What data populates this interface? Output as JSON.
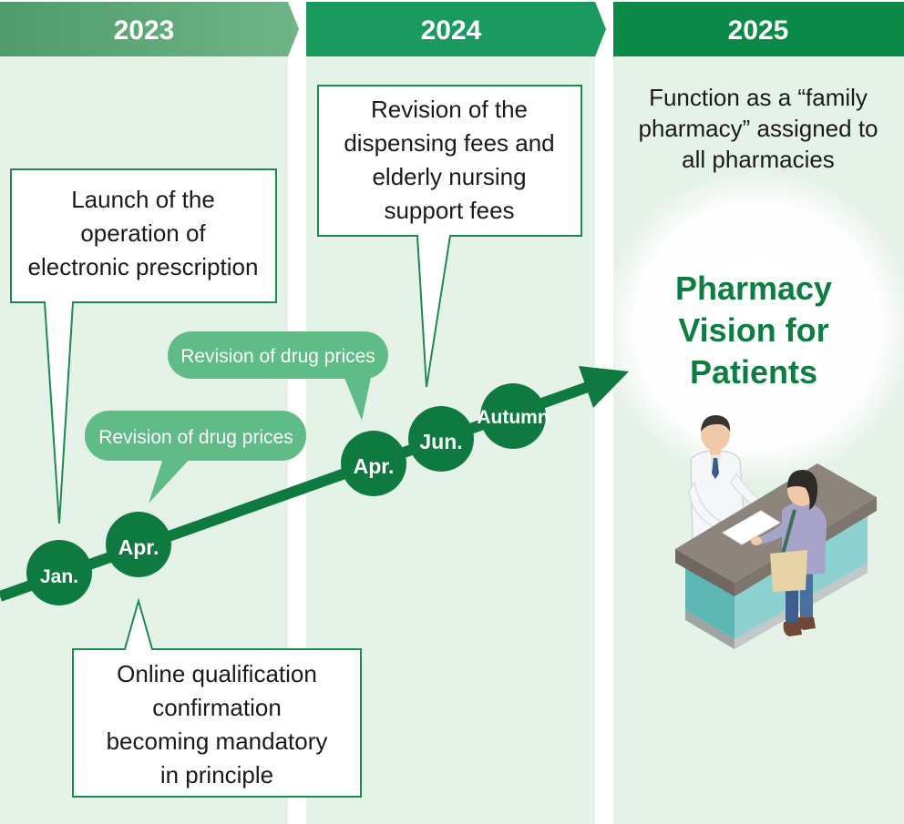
{
  "years": [
    "2023",
    "2024",
    "2025"
  ],
  "callouts": {
    "electronic_prescription": [
      "Launch of the",
      "operation of",
      "electronic prescription"
    ],
    "online_qualification": [
      "Online qualification",
      "confirmation",
      "becoming mandatory",
      "in principle"
    ],
    "dispensing_fees": [
      "Revision of the",
      "dispensing fees and",
      "elderly nursing",
      "support fees"
    ]
  },
  "drug_price_labels": [
    "Revision of drug prices",
    "Revision of drug prices"
  ],
  "milestones": [
    "Jan.",
    "Apr.",
    "Apr.",
    "Jun.",
    "Autumn"
  ],
  "family_pharmacy": [
    "Function as a “family",
    "pharmacy” assigned to",
    "all pharmacies"
  ],
  "vision": [
    "Pharmacy",
    "Vision for",
    "Patients"
  ],
  "illustration": "pharmacist-and-patient-at-counter",
  "colors": {
    "header_2023": "#5ca777",
    "header_2024": "#1a9a5e",
    "header_2025": "#0b8a47",
    "column_bg": "#e5f2e7",
    "timeline": "#0e7a40",
    "pill": "#5fbc86",
    "callout_border": "#1e8a4f",
    "vision_text": "#0e7d41"
  }
}
